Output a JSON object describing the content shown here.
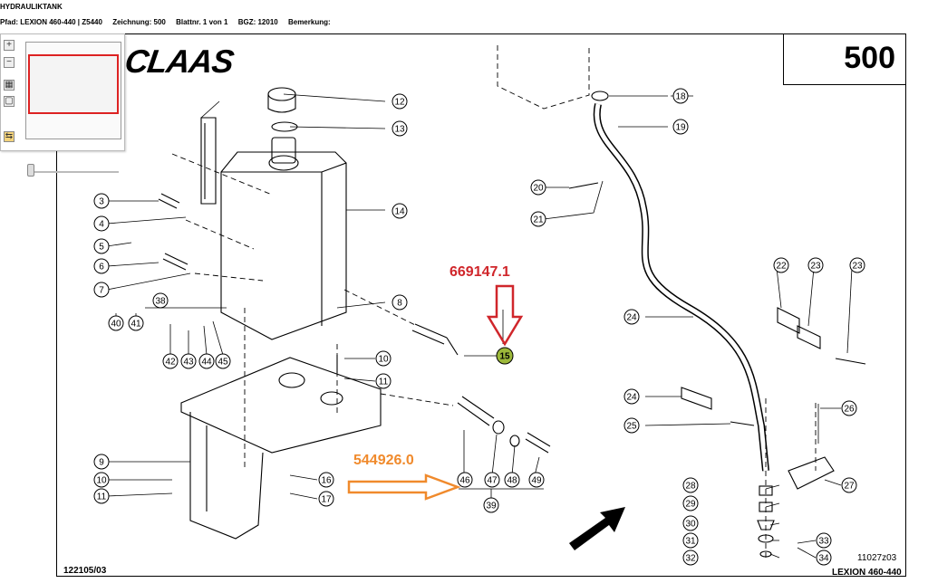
{
  "header": {
    "title": "HYDRAULIKTANK",
    "path_label": "Pfad: LEXION 460-440 | Z5440",
    "drawing_label": "Zeichnung: 500",
    "sheet_label": "Blattnr. 1 von 1",
    "bgz_label": "BGZ: 12010",
    "remark_label": "Bemerkung:"
  },
  "drawing": {
    "brand_logo": "CLAAS",
    "drawing_number": "500",
    "footer_left": "122105/03",
    "footer_right_code": "11027z03",
    "footer_right_model": "LEXION 460-440"
  },
  "callouts": [
    {
      "text": "669147.1",
      "color": "#d0262b"
    },
    {
      "text": "544926.0",
      "color": "#f08a2c"
    }
  ],
  "part_labels": [
    "3",
    "4",
    "5",
    "6",
    "7",
    "8",
    "9",
    "10",
    "10",
    "11",
    "11",
    "12",
    "13",
    "14",
    "15",
    "16",
    "17",
    "18",
    "19",
    "20",
    "21",
    "22",
    "23",
    "23",
    "24",
    "24",
    "25",
    "26",
    "27",
    "28",
    "29",
    "30",
    "31",
    "32",
    "33",
    "34",
    "38",
    "39",
    "40",
    "41",
    "42",
    "43",
    "44",
    "45",
    "46",
    "47",
    "48",
    "49"
  ],
  "highlighted_part": "15",
  "navigator": {
    "zoom_in_icon": "plus-icon",
    "zoom_out_icon": "minus-icon",
    "fit_icon": "grid-icon",
    "page_icon": "page-icon",
    "mode_icon": "layout-icon",
    "zoom_level": 0.03
  }
}
